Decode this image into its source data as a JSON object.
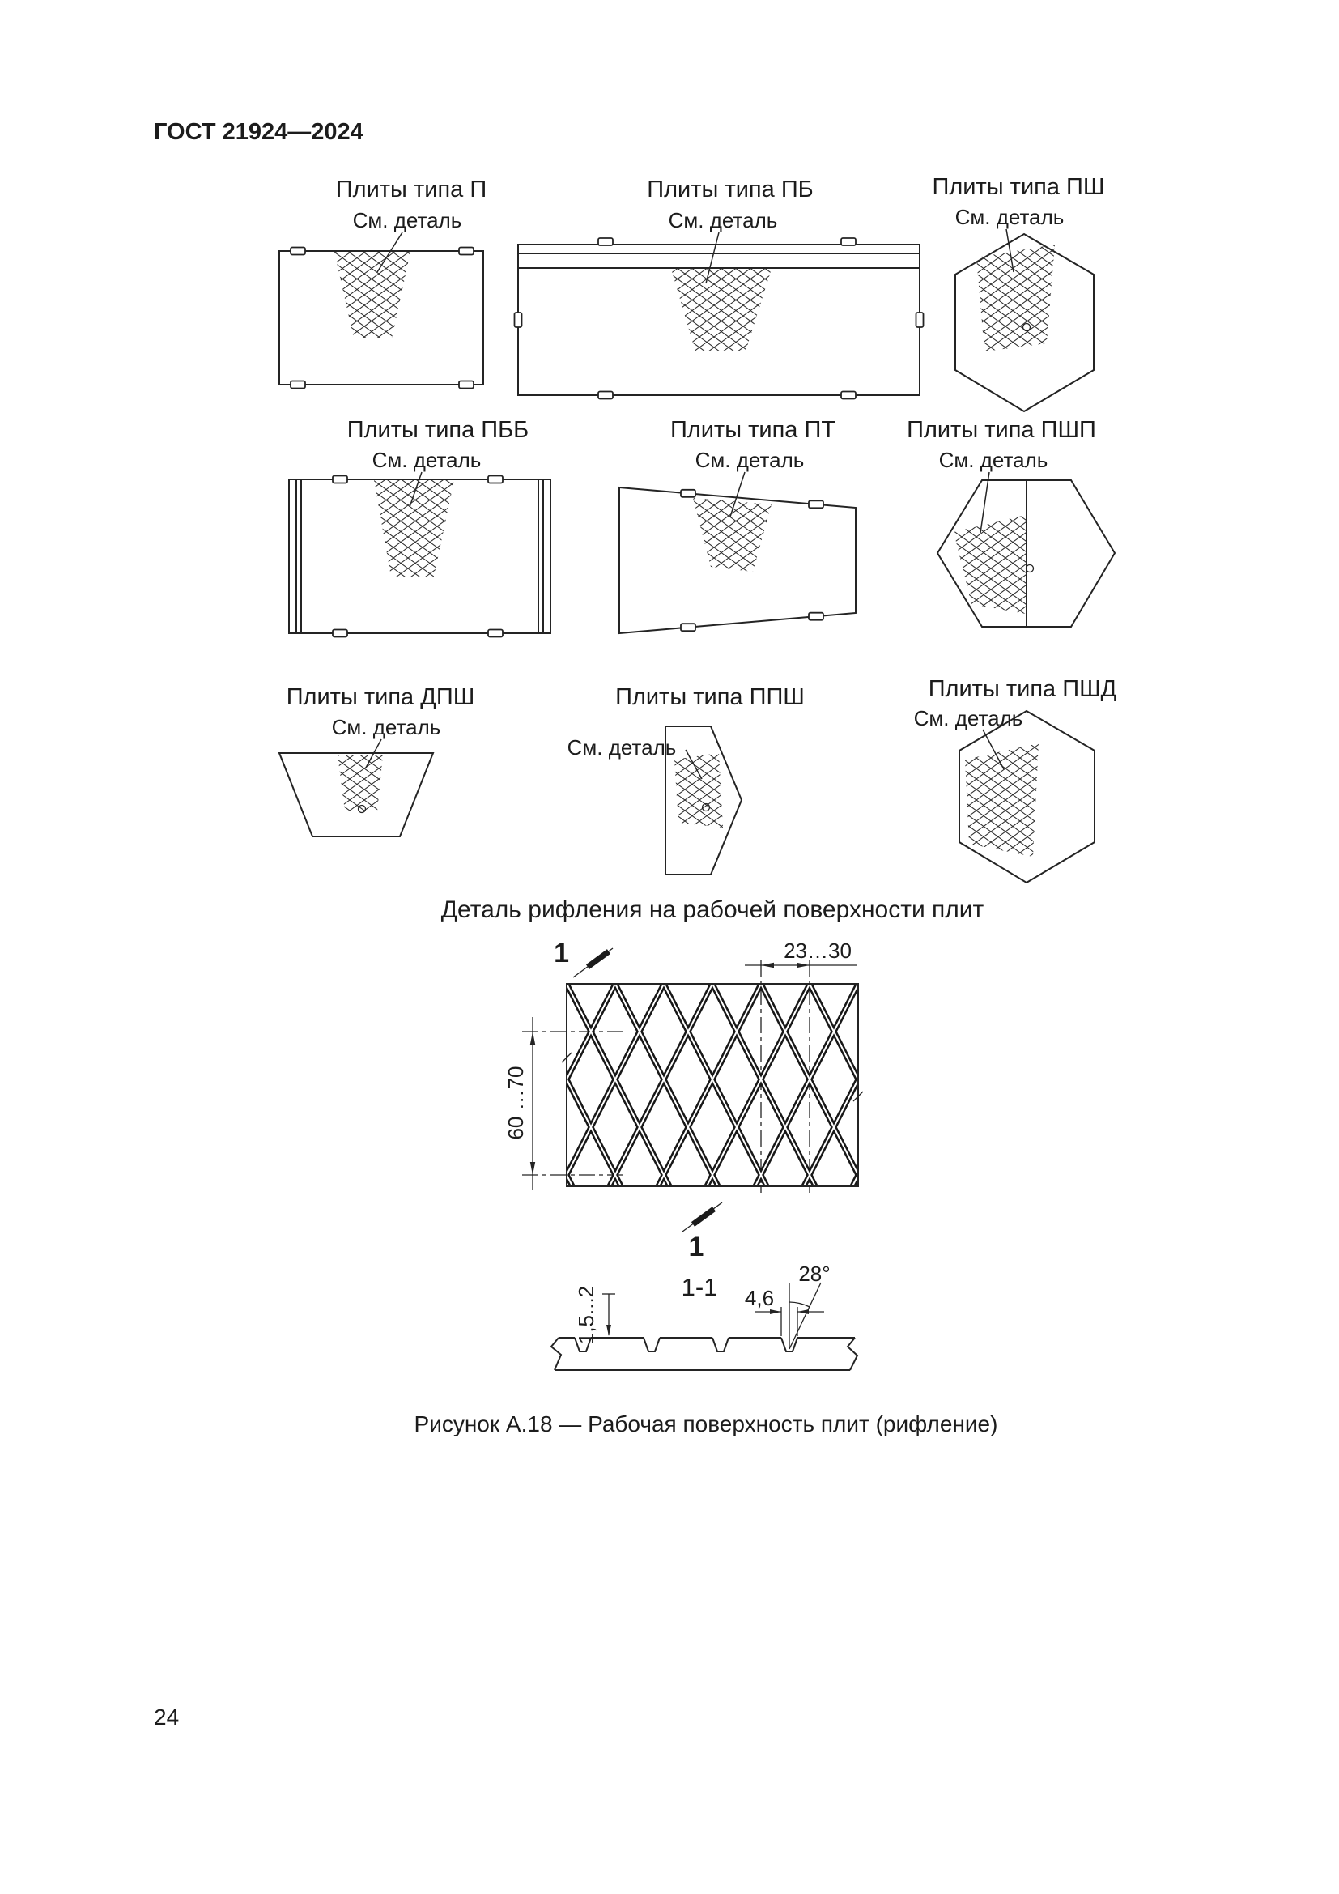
{
  "page": {
    "header": "ГОСТ 21924—2024",
    "detail_title": "Деталь рифления на рабочей поверхности плит",
    "section_label": "1-1",
    "caption": "Рисунок А.18 — Рабочая поверхность плит (рифление)",
    "page_number": "24"
  },
  "figures": [
    {
      "title": "Плиты типа П",
      "note": "См. деталь"
    },
    {
      "title": "Плиты типа ПБ",
      "note": "См. деталь"
    },
    {
      "title": "Плиты типа ПШ",
      "note": "См. деталь"
    },
    {
      "title": "Плиты типа ПББ",
      "note": "См. деталь"
    },
    {
      "title": "Плиты типа ПТ",
      "note": "См. деталь"
    },
    {
      "title": "Плиты типа ПШП",
      "note": "См. деталь"
    },
    {
      "title": "Плиты типа ДПШ",
      "note": "См. деталь"
    },
    {
      "title": "Плиты типа ППШ",
      "note": "См. деталь"
    },
    {
      "title": "Плиты типа ПШД",
      "note": "См. деталь"
    }
  ],
  "dimensions": {
    "width_range": "23…30",
    "height_range": "60 …70",
    "depth_range": "1,5...2",
    "groove_width": "4,6",
    "groove_angle": "28°",
    "cut_mark": "1"
  }
}
